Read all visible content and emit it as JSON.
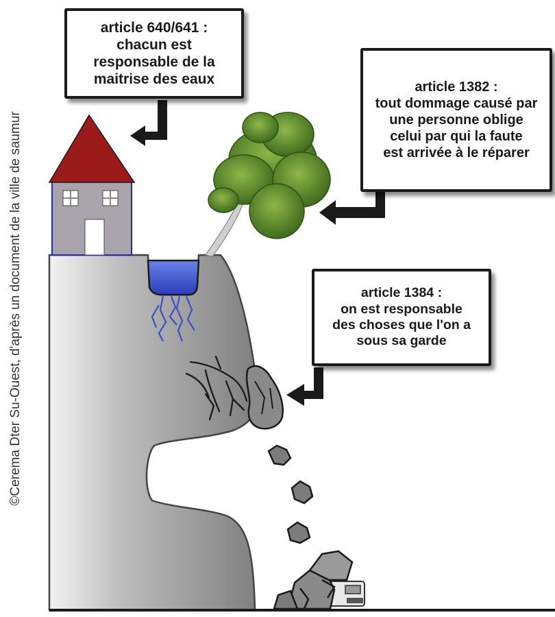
{
  "credit": "©Cerema Dter Su-Ouest, d'après un document de la ville de saumur",
  "callouts": [
    {
      "lines": [
        "article 640/641 :",
        "chacun est",
        "responsable de la",
        "maitrise des eaux"
      ]
    },
    {
      "lines": [
        "article 1382 :",
        "tout dommage causé par",
        "une personne oblige",
        "celui par qui la faute",
        "est arrivée à le réparer"
      ]
    },
    {
      "lines": [
        "article 1384 :",
        "on est responsable",
        "des choses que l'on a",
        "sous sa garde"
      ]
    }
  ],
  "colors": {
    "roof": "#9b1b1b",
    "wall": "#a9a3ab",
    "water": "#3a4fc9",
    "foliage": "#5e8a2c",
    "cliff": "#8d8d8d",
    "rock": "#7c7c7c"
  }
}
